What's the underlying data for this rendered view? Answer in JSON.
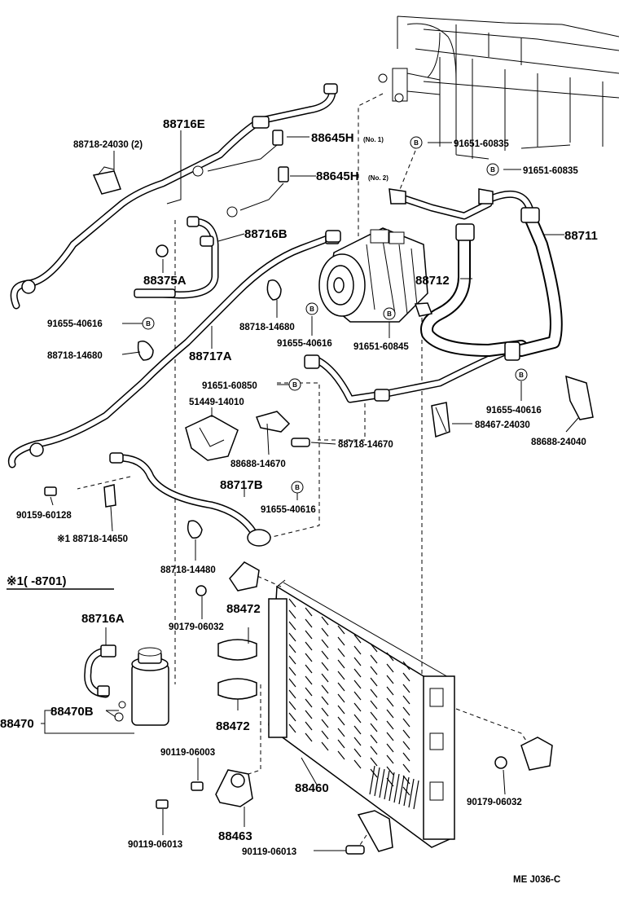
{
  "labels": {
    "p88716E": "88716E",
    "p88718_24030": "88718-24030 (2)",
    "p88645H_1": "88645H",
    "p88645H_1_note": "(No. 1)",
    "p88645H_2": "88645H",
    "p88645H_2_note": "(No. 2)",
    "p91651_60835_a": "91651-60835",
    "p91651_60835_b": "91651-60835",
    "p88716B": "88716B",
    "p88375A": "88375A",
    "p88711": "88711",
    "p88712": "88712",
    "p91655_40616_a": "91655-40616",
    "p88718_14680_a": "88718-14680",
    "p88718_14680_b": "88718-14680",
    "p91655_40616_b": "91655-40616",
    "p91651_60845": "91651-60845",
    "p88717A": "88717A",
    "p91651_60850": "91651-60850",
    "p51449_14010": "51449-14010",
    "p91655_40616_c": "91655-40616",
    "p88467_24030": "88467-24030",
    "p88688_24040": "88688-24040",
    "p88718_14670": "88718-14670",
    "p88688_14670": "88688-14670",
    "p88717B": "88717B",
    "p90159_60128": "90159-60128",
    "p91655_40616_d": "91655-40616",
    "p88718_14650": "※1 88718-14650",
    "p88718_14480": "88718-14480",
    "note1": "※1(      -8701)",
    "p88716A": "88716A",
    "p90179_06032_a": "90179-06032",
    "p88472_a": "88472",
    "p88470": "88470",
    "p88470B": "88470B",
    "p88472_b": "88472",
    "p90119_06003": "90119-06003",
    "p88460": "88460",
    "p90179_06032_b": "90179-06032",
    "p90119_06013_a": "90119-06013",
    "p88463": "88463",
    "p90119_06013_b": "90119-06013",
    "code": "ME  J036-C"
  },
  "markers": {
    "b": "B"
  }
}
